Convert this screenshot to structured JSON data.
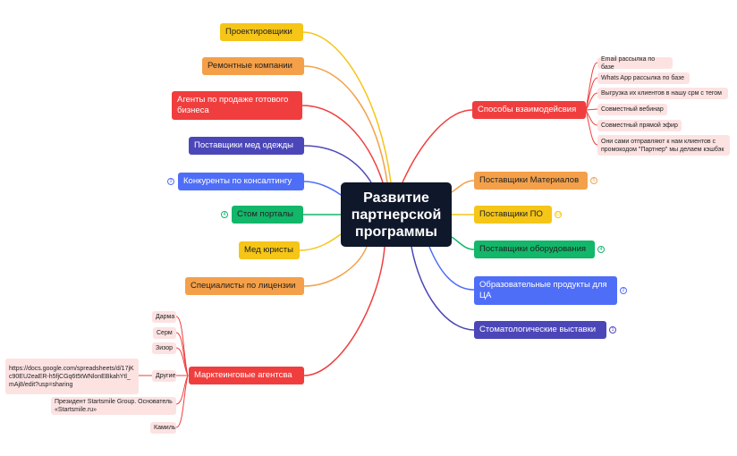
{
  "root": {
    "title": "Развитие партнерской программы"
  },
  "left_topics": [
    "Проектировщики",
    "Ремонтные компании",
    "Агенты по продаже готового бизнеса",
    "Поставщики мед одежды",
    "Конкуренты по консалтингу",
    "Стом порталы",
    "Мед юристы",
    "Специалисты по лицензии",
    "Марктеинговые агентсва"
  ],
  "right_topics": [
    "Способы взаимодейсвия",
    "Поставщики Материалов",
    "Поставщики ПО",
    "Поставщики оборудования",
    "Образовательные продукты для ЦА",
    "Стоматологические выставки"
  ],
  "ways_children": [
    "Email рассылка по базе",
    "Whats App рассылка по базе",
    "Выгрузка их клиентов в нашу срм с тегом",
    "Совместный вебинар",
    "Совместный прямой эфир",
    "Они сами отправляют к нам клиентов с промокодом \"Партнер\" мы делаем кэшбэк"
  ],
  "agency_children": [
    "Дарма",
    "Серм",
    "Зизор",
    "Другие",
    "Президент Startsmile Group. Основатель «Startsmile.ru»",
    "Камиль"
  ],
  "other_child": "https://docs.google.com/spreadsheets/d/17jKc90EU2eaER-h5fjCGq6t5tWNlonEBkahYtl_mAj8/edit?usp=sharing",
  "badges": {
    "competitors": "3",
    "portals": "4",
    "materials": "5",
    "software": "13",
    "equipment": "4",
    "education": "2",
    "exhibitions": "1"
  },
  "colors": {
    "root": "#0f172a",
    "yellow": "#f5c518",
    "orange": "#f4a04a",
    "red": "#f03e3e",
    "indigo": "#4c47b8",
    "blue": "#4f6ef7",
    "green": "#12b76a",
    "leaf": "#fde2e2"
  }
}
